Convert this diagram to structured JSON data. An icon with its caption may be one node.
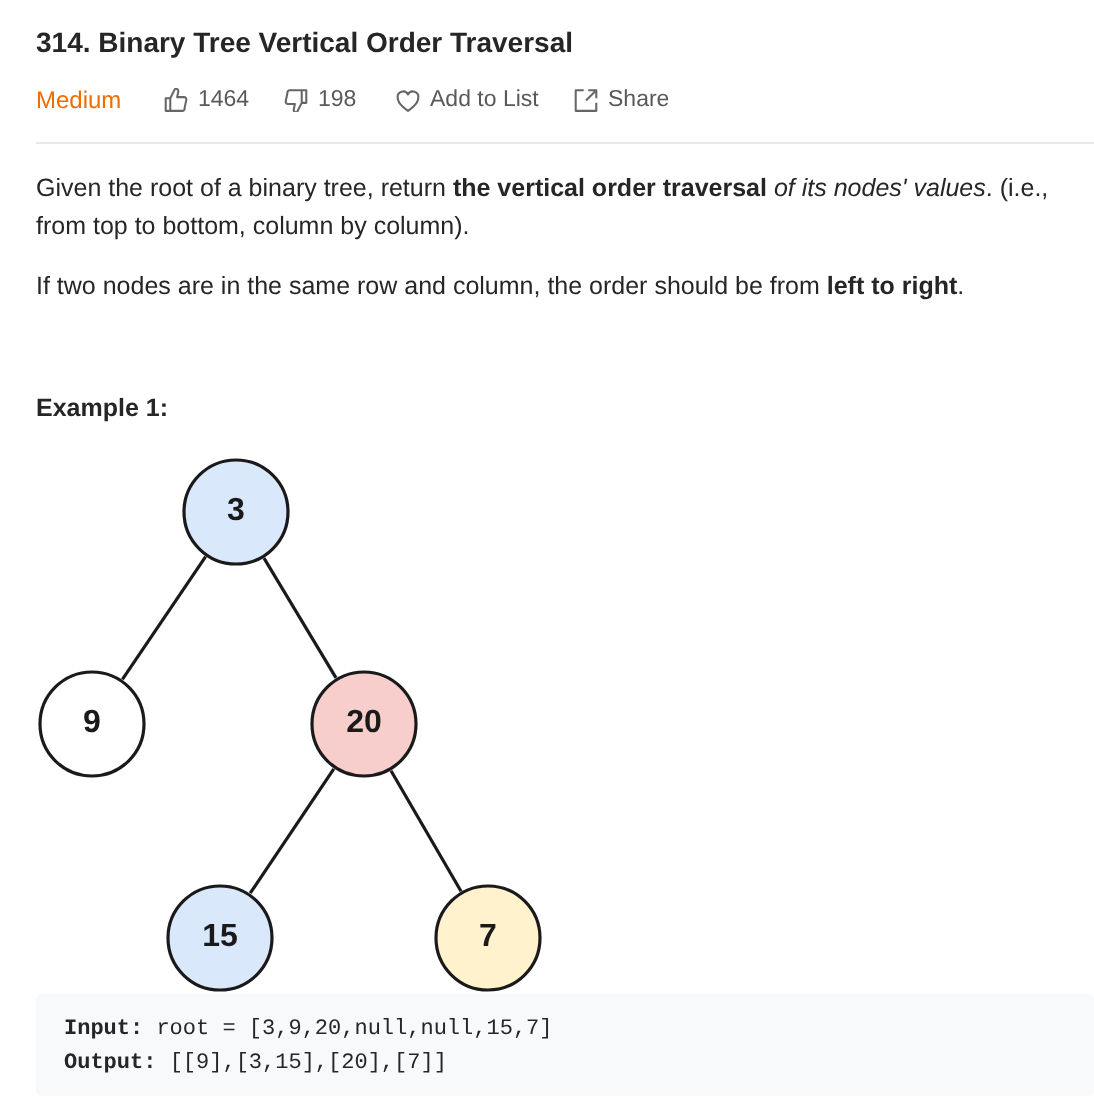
{
  "diagram": {
    "title": "314. Binary Tree Vertical Order Traversal",
    "nodes": [
      {
        "text": [
          "3"
        ]
      },
      {
        "text": [
          "9"
        ]
      },
      {
        "text": [
          "20"
        ]
      },
      {
        "text": [
          "15"
        ]
      },
      {
        "text": [
          "7"
        ]
      }
    ],
    "edges": [
      {
        "from": 0,
        "to": 1,
        "arrow": "none"
      },
      {
        "from": 0,
        "to": 2,
        "arrow": "none"
      },
      {
        "from": 2,
        "to": 3,
        "arrow": "none"
      },
      {
        "from": 2,
        "to": 4,
        "arrow": "none"
      }
    ],
    "labels": [
      "Medium",
      "1464",
      "198",
      "Add to List",
      "Share",
      "Given the root of a binary tree, return **the vertical order traversal** *of its nodes' values*. (i.e., from top to bottom, column by column).",
      "If two nodes are in the same row and column, the order should be from **left to right**.",
      "Example 1:",
      "**Input:** root = [3,9,20,null,null,15,7]",
      "**Output:** [[9],[3,15],[20],[7]]"
    ]
  }
}
